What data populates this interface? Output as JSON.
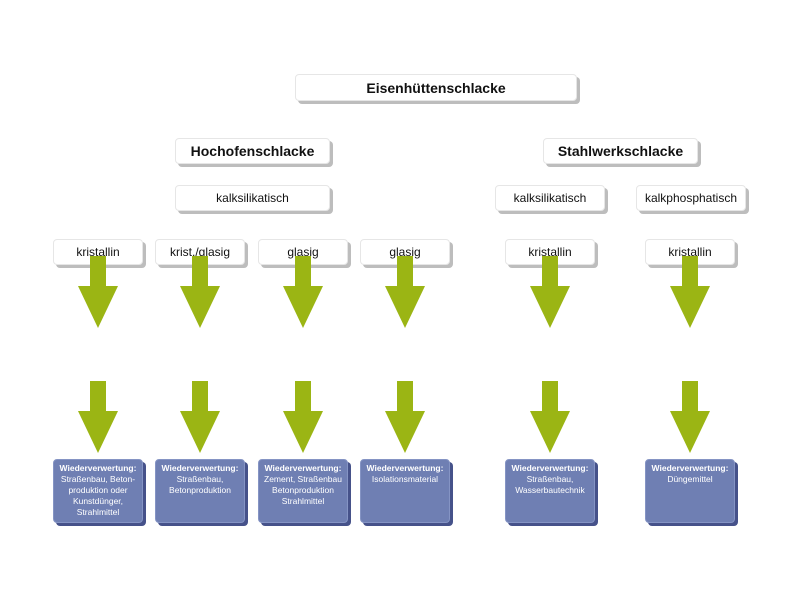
{
  "diagram": {
    "root": {
      "label": "Eisenhüttenschlacke"
    },
    "branches": [
      {
        "label": "Hochofenschlacke",
        "chemistry": "kalksilikatisch"
      },
      {
        "label": "Stahlwerkschlacke"
      }
    ],
    "steel_chemistry": [
      "kalksilikatisch",
      "kalkphosphatisch"
    ],
    "structures": [
      "kristallin",
      "krist./glasig",
      "glasig",
      "glasig",
      "kristallin",
      "kristallin"
    ],
    "reuse": [
      {
        "heading": "Wiederverwertung:",
        "text": "Straßenbau, Beton-produktion oder Kunstdünger, Strahlmittel"
      },
      {
        "heading": "Wiederverwertung:",
        "text": "Straßenbau, Betonproduktion"
      },
      {
        "heading": "Wiederverwertung:",
        "text": "Zement, Straßenbau Betonproduktion Strahlmittel"
      },
      {
        "heading": "Wiederverwertung:",
        "text": "Isolationsmaterial"
      },
      {
        "heading": "Wiederverwertung:",
        "text": "Straßenbau, Wasserbautechnik"
      },
      {
        "heading": "Wiederverwertung:",
        "text": "Düngemittel"
      }
    ],
    "colors": {
      "arrow": "#9bb514",
      "reuse_box": "#6f7fb3"
    }
  }
}
